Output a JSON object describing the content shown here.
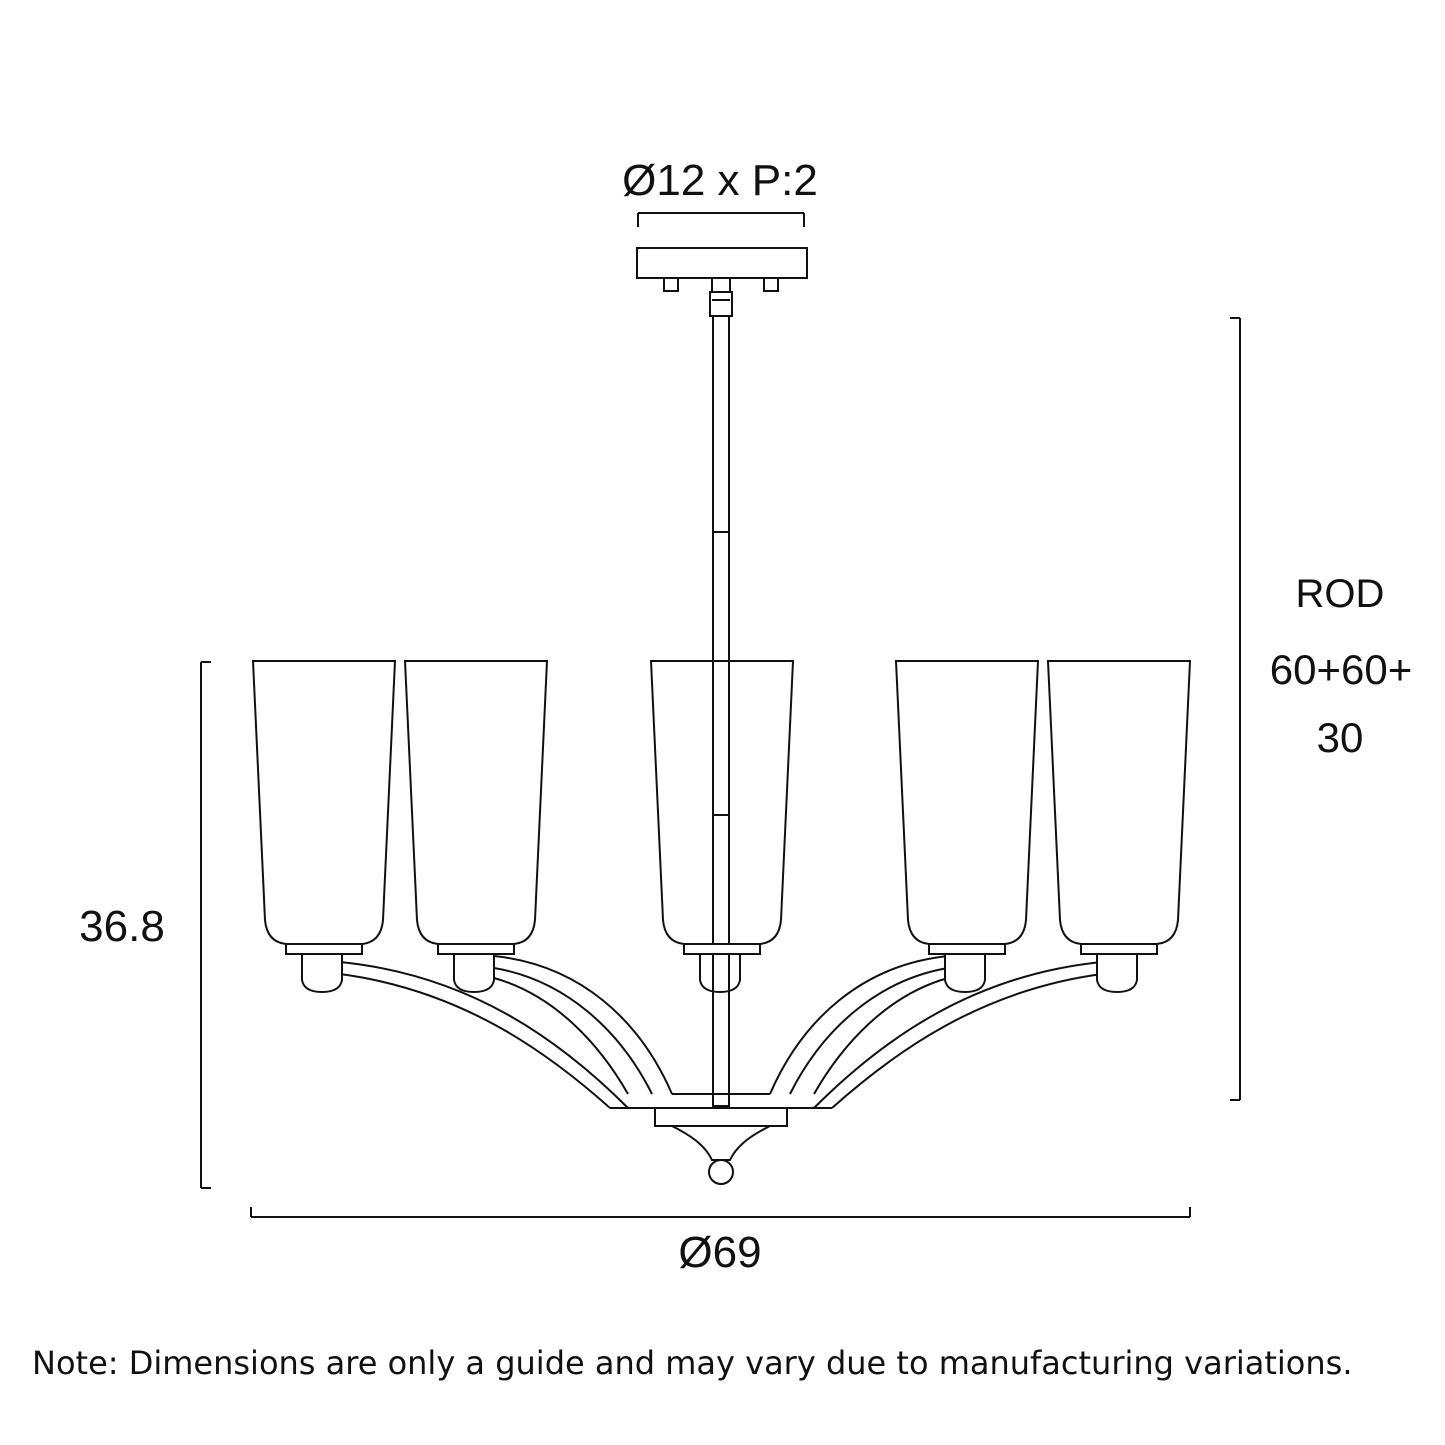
{
  "labels": {
    "mount": "Ø12 x P:2",
    "rod_title": "ROD",
    "rod_line1": "60+60+",
    "rod_line2": "30",
    "height": "36.8",
    "width": "Ø69"
  },
  "note": "Note: Dimensions are only a guide and may vary due to manufacturing variations.",
  "colors": {
    "line": "#111111",
    "background": "#ffffff"
  }
}
